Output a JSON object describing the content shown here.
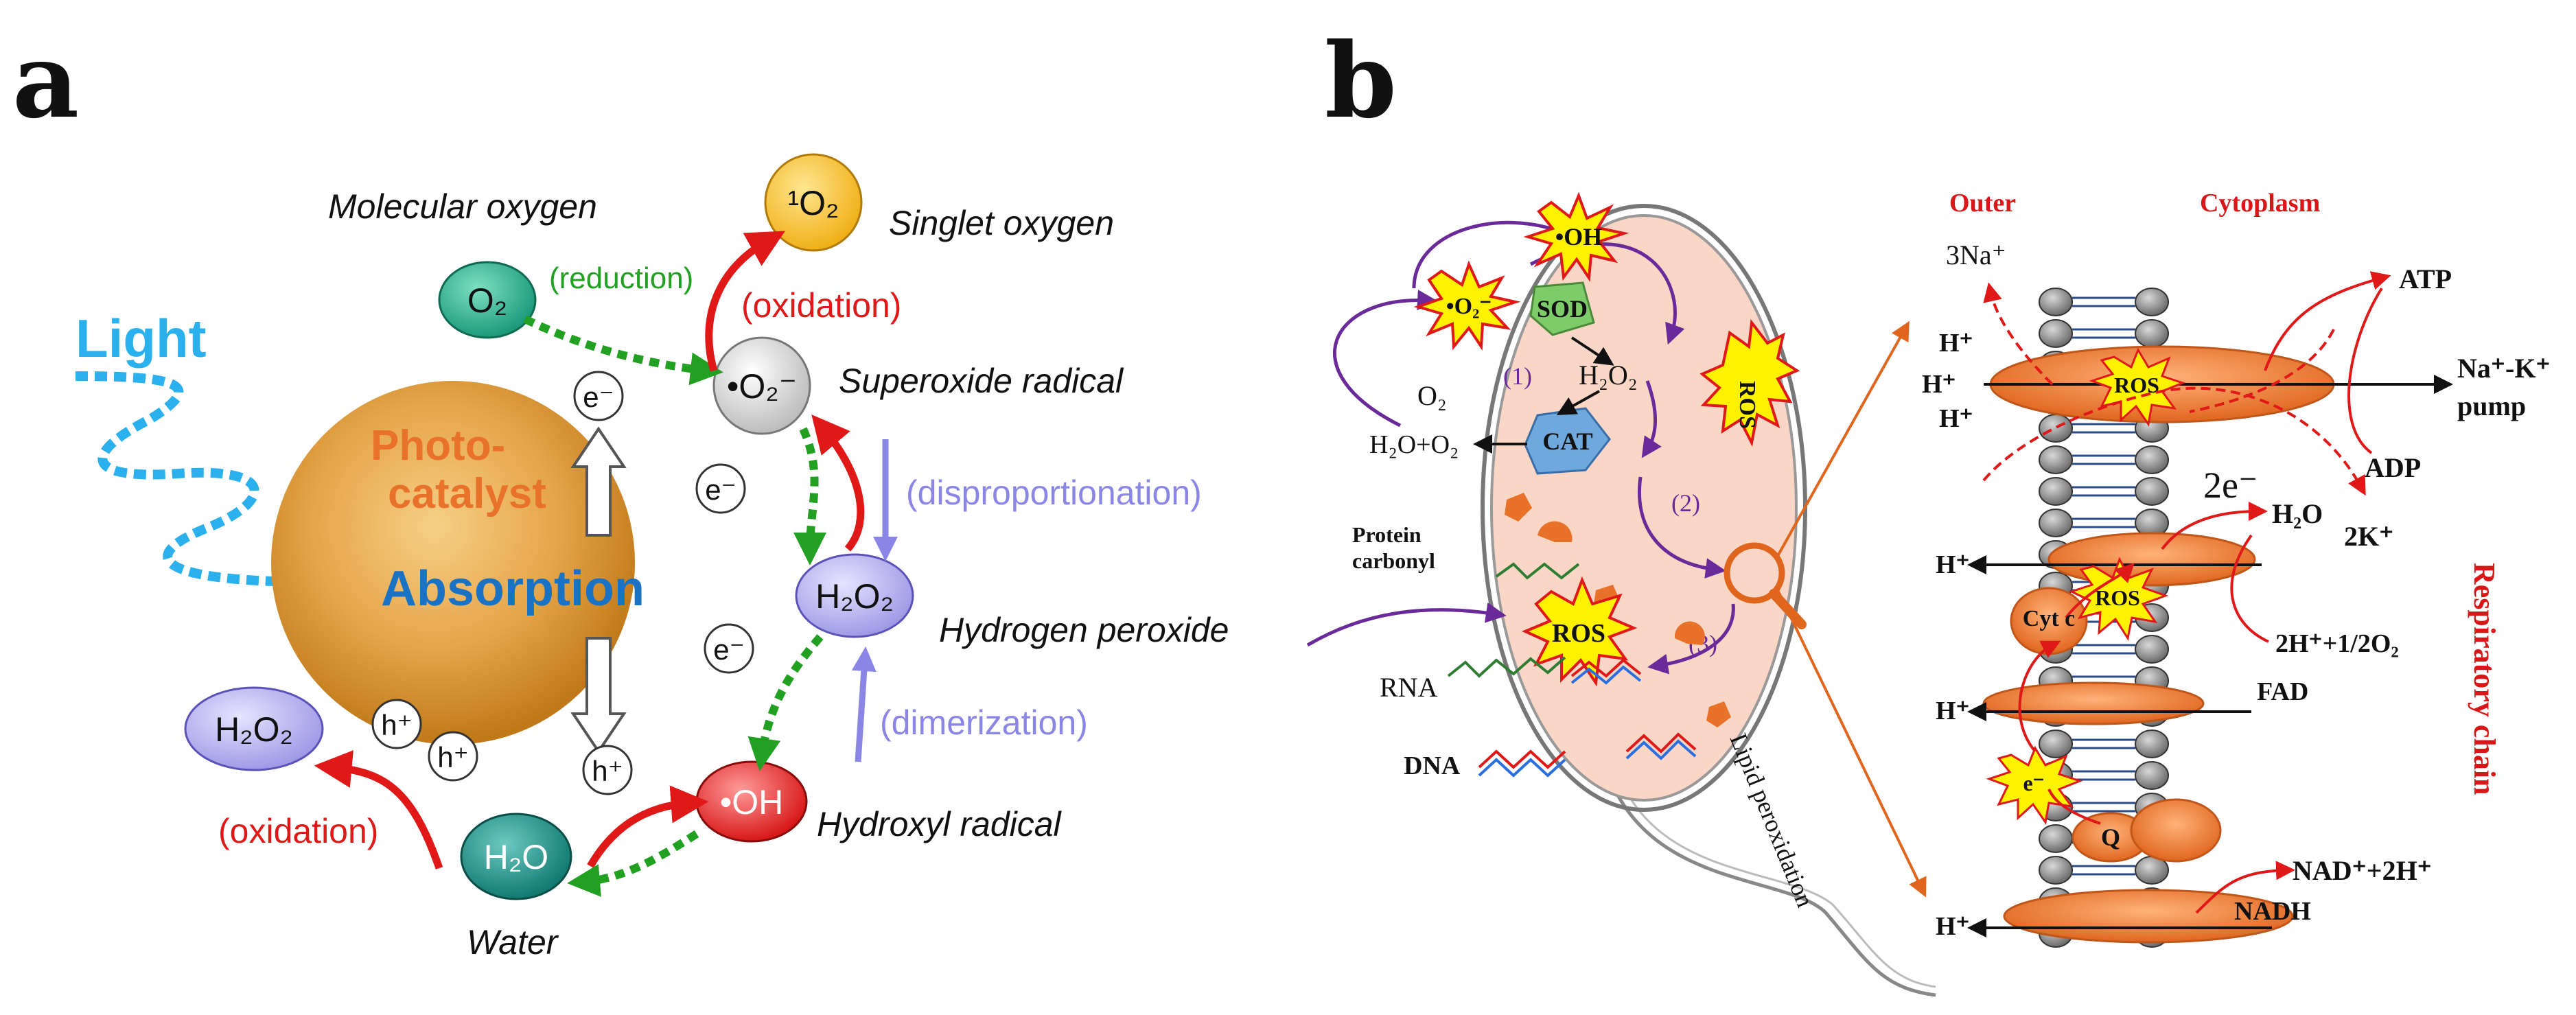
{
  "panels": {
    "a": "a",
    "b": "b"
  },
  "panel_a": {
    "light": "Light",
    "photocatalyst_line1": "Photo-",
    "photocatalyst_line2": "catalyst",
    "absorption": "Absorption",
    "electron": "e⁻",
    "hole": "h⁺",
    "o2": "O₂",
    "molecular_oxygen": "Molecular oxygen",
    "singlet_o2": "¹O₂",
    "singlet_oxygen": "Singlet oxygen",
    "superoxide": "•O₂⁻",
    "superoxide_radical": "Superoxide radical",
    "h2o2": "H₂O₂",
    "hydrogen_peroxide": "Hydrogen peroxide",
    "oh": "•OH",
    "hydroxyl_radical": "Hydroxyl radical",
    "h2o": "H₂O",
    "water": "Water",
    "reduction": "(reduction)",
    "oxidation": "(oxidation)",
    "disproportionation": "(disproportionation)",
    "dimerization": "(dimerization)",
    "colors": {
      "catalyst": "#d68a1e",
      "light": "#2ab0ec",
      "absorption": "#1a72c4",
      "oxidation": "#e01818",
      "reduction": "#22a022",
      "secondary": "#8a86e6"
    }
  },
  "panel_b": {
    "oh_star": "•OH",
    "o2minus_star": "•O₂⁻",
    "sod": "SOD",
    "ros": "ROS",
    "o2": "O₂",
    "h2o2": "H₂O₂",
    "cat": "CAT",
    "h2o_o2": "H₂O+O₂",
    "step1": "(1)",
    "step2": "(2)",
    "step3": "(3)",
    "protein_carbonyl_1": "Protein",
    "protein_carbonyl_2": "carbonyl",
    "rna": "RNA",
    "dna": "DNA",
    "lipid_peroxidation": "Lipid peroxidation",
    "outer": "Outer",
    "cytoplasm": "Cytoplasm",
    "three_na": "3Na⁺",
    "atp": "ATP",
    "h_plus": "H⁺",
    "na_k_1": "Na⁺-K⁺",
    "na_k_2": "pump",
    "adp": "ADP",
    "two_k": "2K⁺",
    "two_e": "2e⁻",
    "h2o": "H₂O",
    "cyt_c": "Cyt c",
    "two_h_half_o2": "2H⁺+1/2O₂",
    "fad": "FAD",
    "e_minus": "e⁻",
    "q": "Q",
    "nad": "NAD⁺+2H⁺",
    "nadh": "NADH",
    "respiratory_chain": "Respiratory chain"
  }
}
